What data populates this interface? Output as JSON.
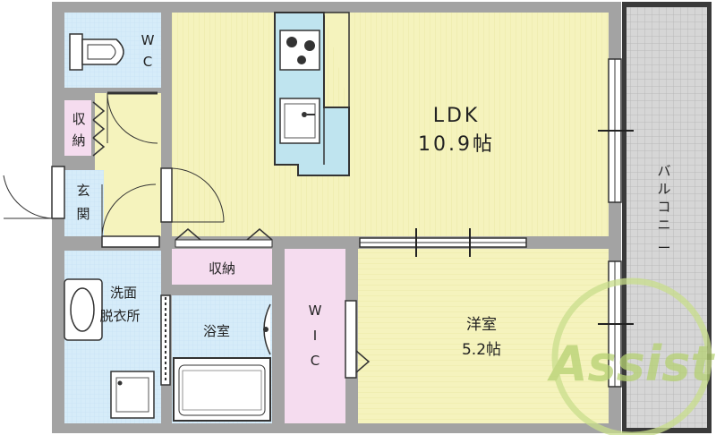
{
  "rooms": {
    "ldk": {
      "name": "LDK",
      "size": "10.9帖"
    },
    "western": {
      "name": "洋室",
      "size": "5.2帖"
    },
    "wc": {
      "line1": "W",
      "line2": "C"
    },
    "storage_left": {
      "line1": "収",
      "line2": "納"
    },
    "entrance": {
      "line1": "玄",
      "line2": "関"
    },
    "storage_center": {
      "name": "収納"
    },
    "washroom": {
      "line1": "洗面",
      "line2": "脱衣所"
    },
    "bath": {
      "name": "浴室"
    },
    "wic": {
      "line1": "W",
      "line2": "I",
      "line3": "C"
    },
    "balcony": {
      "chars": [
        "バ",
        "ル",
        "コ",
        "ニ",
        "ー"
      ]
    }
  },
  "watermark": {
    "text": "Assist"
  },
  "colors": {
    "ldk": "#f5f3bd",
    "balcony": "#d6d6d6",
    "water": "#d6ecf9",
    "storage": "#f5dcef",
    "wall": "#a3a3a3",
    "kitchen": "#bfe4ef",
    "watermark": "#c9de8c"
  }
}
